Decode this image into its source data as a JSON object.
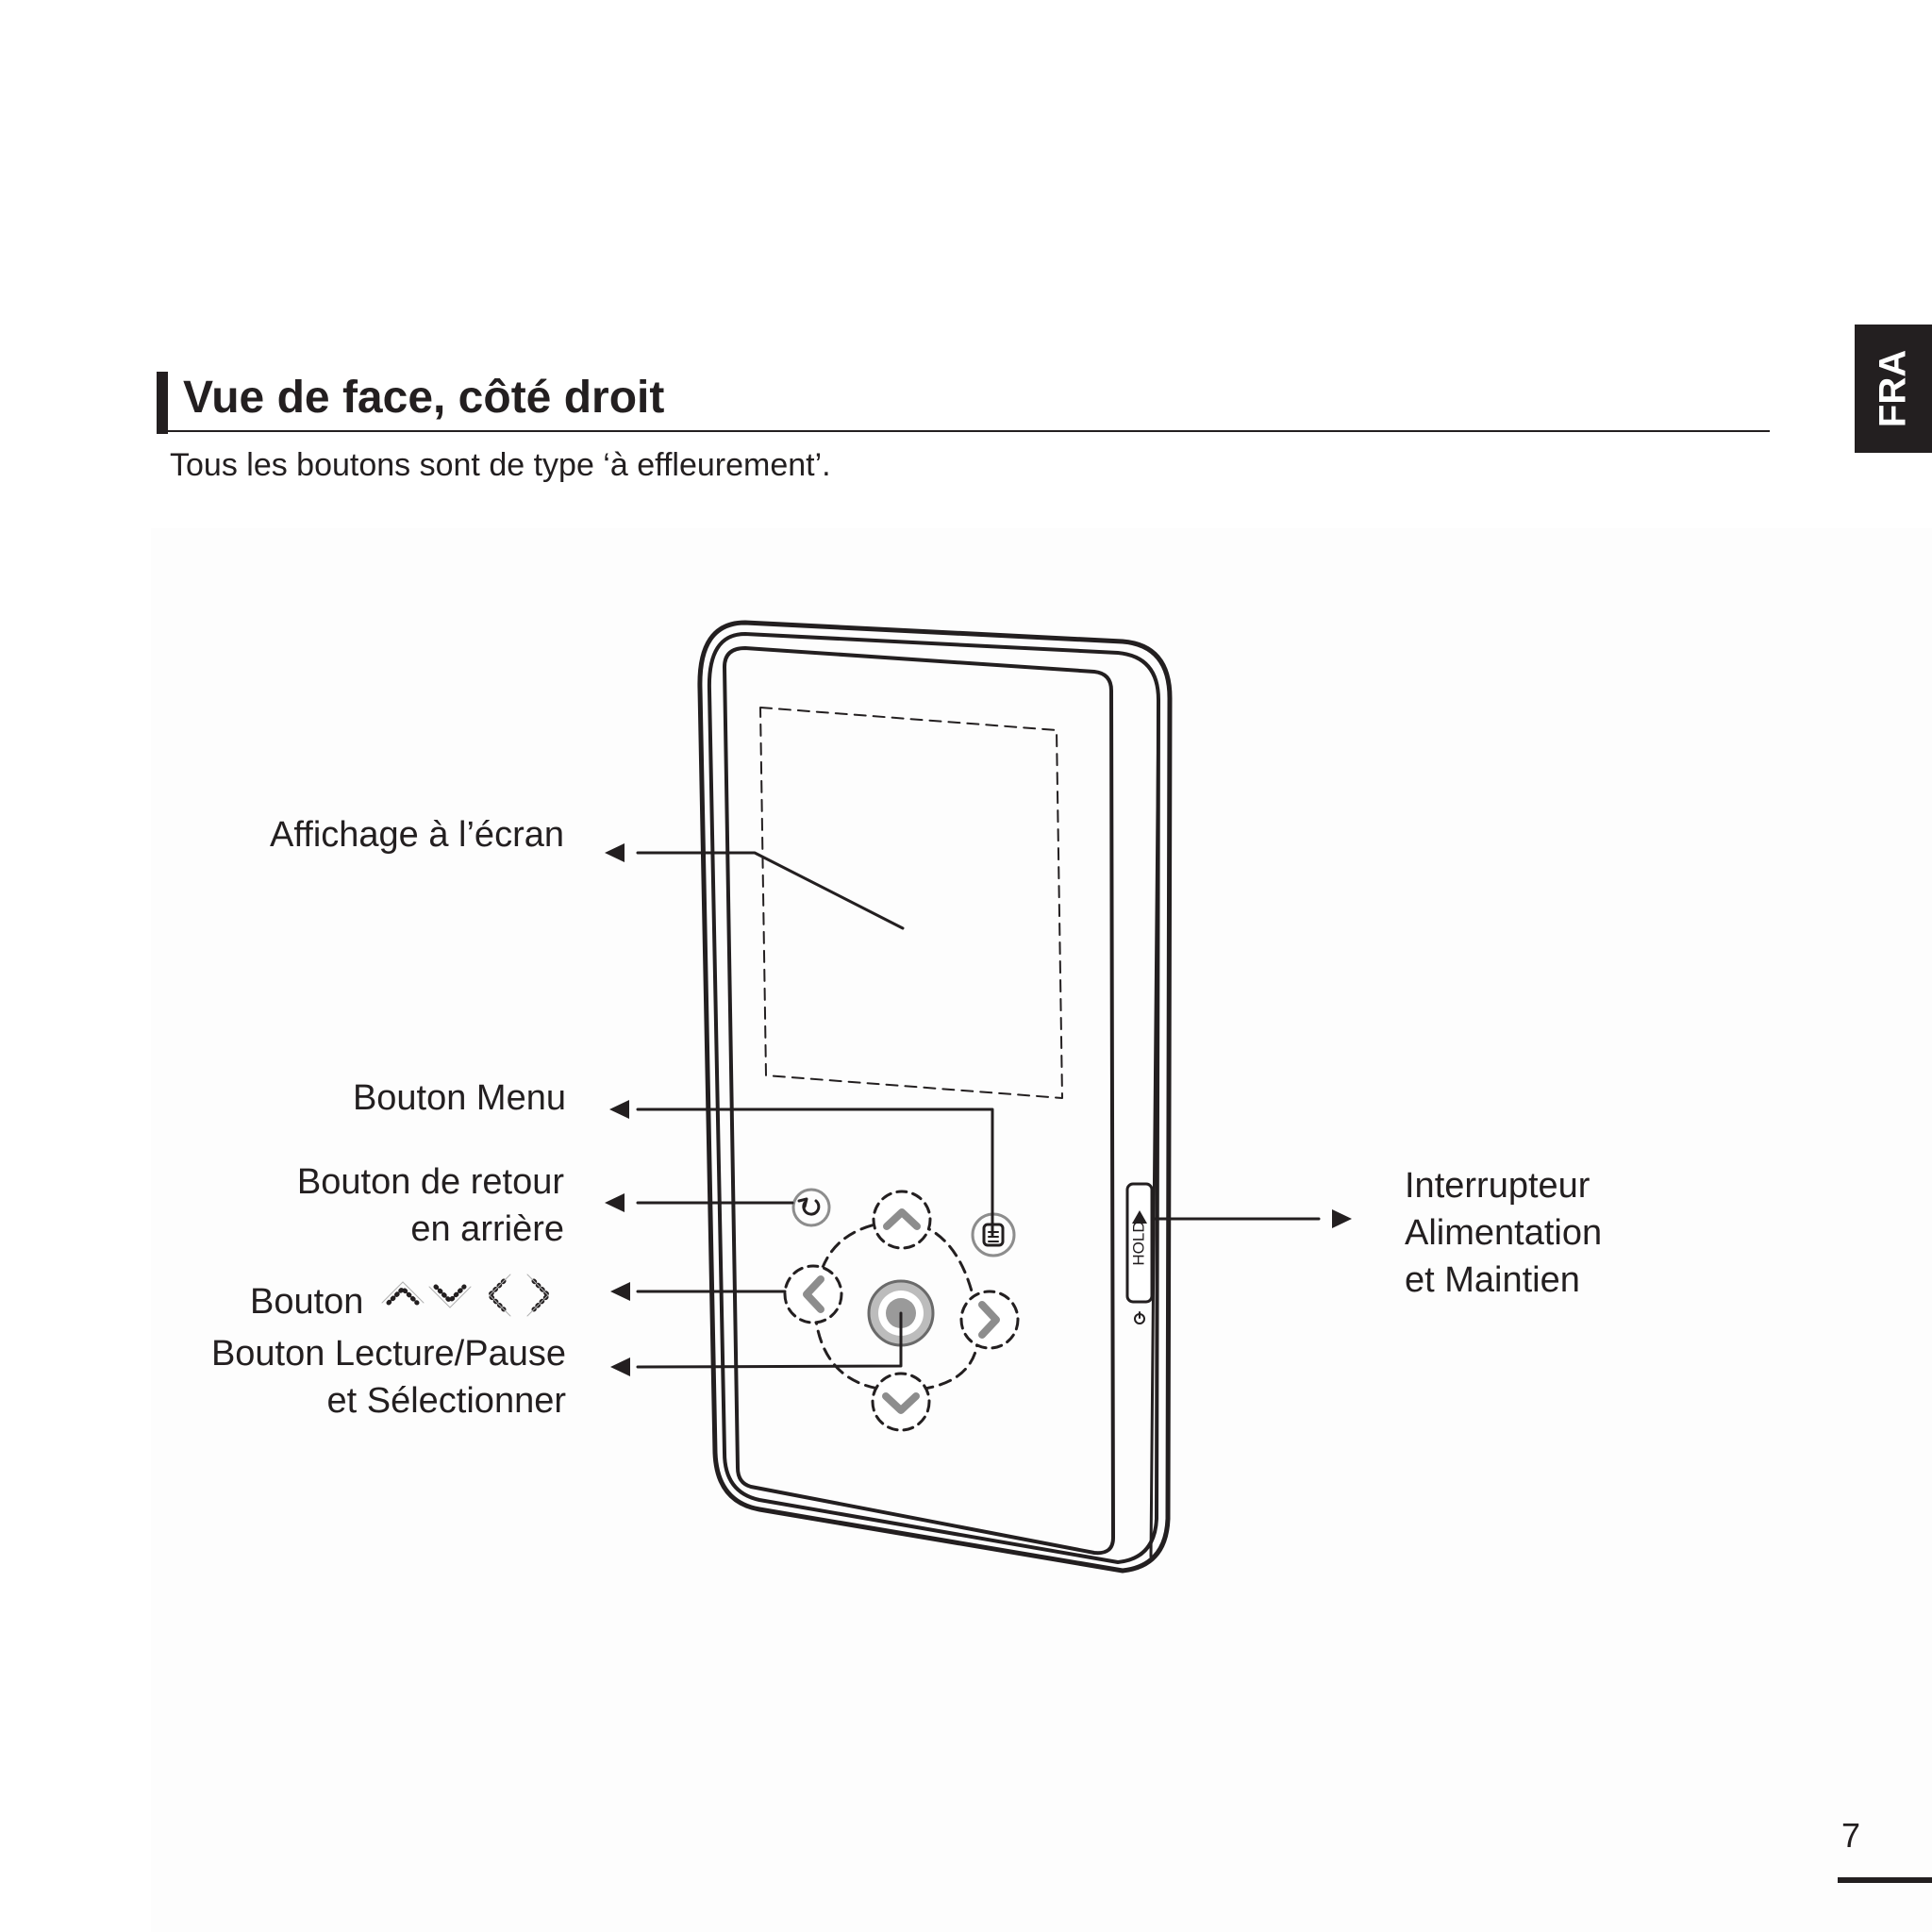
{
  "language_tab": "FRA",
  "section": {
    "title": "Vue de face, côté droit",
    "subtitle": "Tous les boutons sont de type ‘à effleurement’."
  },
  "callouts": {
    "screen": "Affichage à l’écran",
    "menu_button": "Bouton Menu",
    "back_button_line1": "Bouton de retour",
    "back_button_line2": "en arrière",
    "direction_buttons": "Bouton",
    "play_button_line1": "Bouton Lecture/Pause",
    "play_button_line2": "et Sélectionner",
    "power_switch_line1": "Interrupteur",
    "power_switch_line2": "Alimentation",
    "power_switch_line3": "et Maintien"
  },
  "device": {
    "hold_label": "HOLD"
  },
  "page_number": "7"
}
